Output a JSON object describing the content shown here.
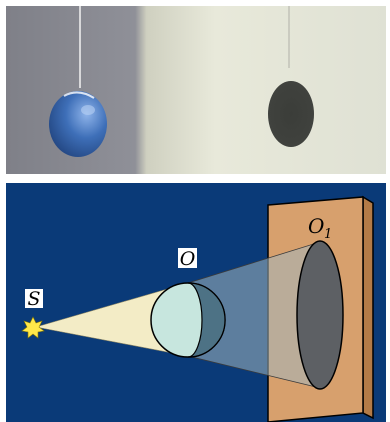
{
  "labels": {
    "source": "S",
    "object": "O",
    "image": "O",
    "image_subscript": "1"
  },
  "colors": {
    "diagram_background": "#0a3a78",
    "screen_face": "#d7a06d",
    "screen_edge": "#b37b47",
    "light_cone": "#f3ecc6",
    "ball_lit": "#c7e6de",
    "ball_dark": "#4d7285",
    "shadow": "#5d6064",
    "source_star": "#ffe84a",
    "photo_left_bg": "#8a8b93",
    "photo_right_bg": "#e6e7d8",
    "photo_ball": "#3f6fb7",
    "photo_shadow": "#3d3f3b"
  },
  "icons": {
    "source": "sun-star-icon",
    "object": "sphere-icon",
    "screen": "screen-board-icon",
    "shadow": "elliptical-shadow-icon"
  }
}
